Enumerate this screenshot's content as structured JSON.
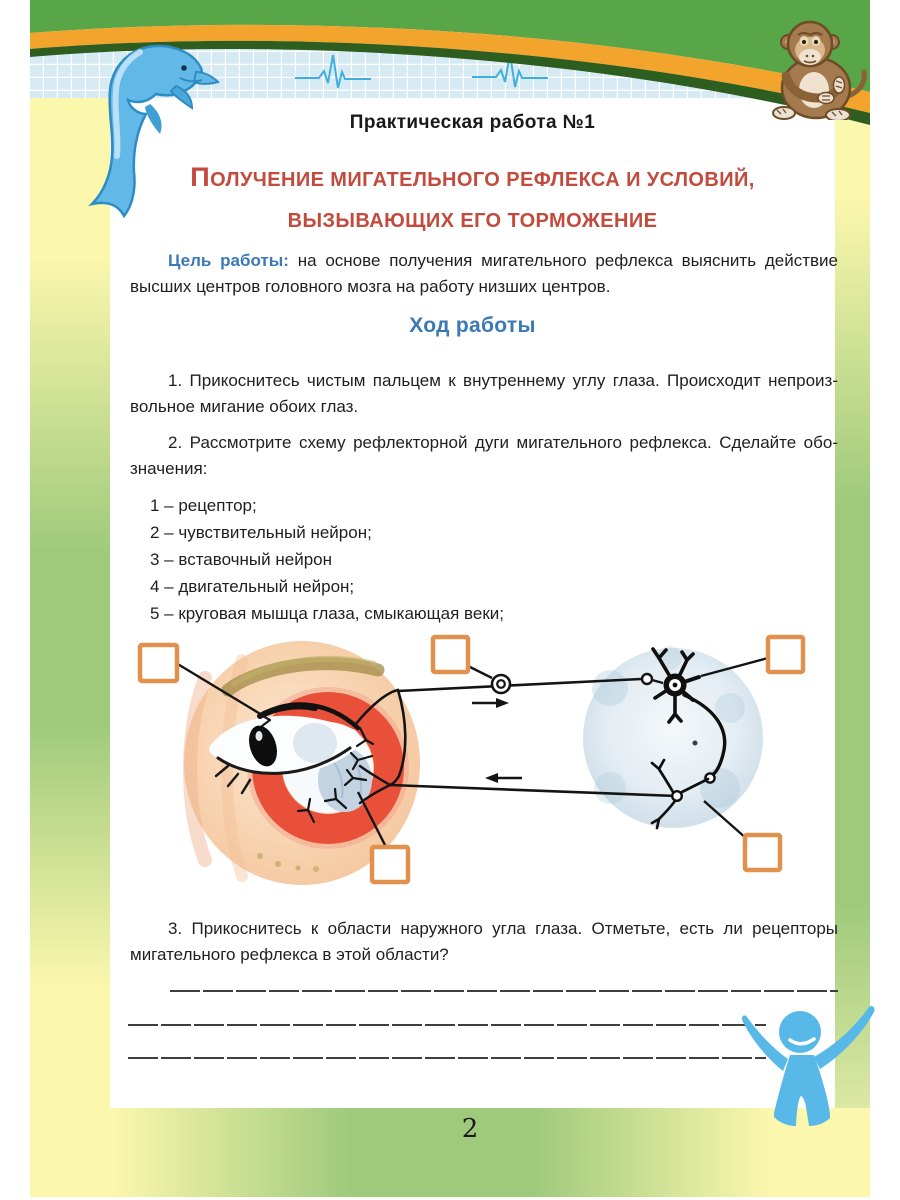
{
  "page": {
    "title": "Практическая работа №1",
    "page_number": "2"
  },
  "heading": {
    "line1": "ПОЛУЧЕНИЕ МИГАТЕЛЬНОГО РЕФЛЕКСА И УСЛОВИЙ,",
    "line2": "ВЫЗЫВАЮЩИХ ЕГО ТОРМОЖЕНИЕ"
  },
  "goal": {
    "label": "Цель работы:",
    "line1": "на основе получения мигательного рефлекса выяснить действие",
    "line2": "высших центров головного мозга на работу низших центров."
  },
  "procedure": {
    "heading": "Ход работы",
    "step1": {
      "line1": "1. Прикоснитесь чистым пальцем к внутреннему углу глаза. Происходит непроиз-",
      "line2": "вольное мигание обоих глаз."
    },
    "step2": {
      "line1": "2. Рассмотрите схему рефлекторной дуги мигательного рефлекса. Сделайте обо-",
      "line2": "значения:"
    },
    "step3": {
      "line1": "3. Прикоснитесь к области наружного угла глаза. Отметьте, есть ли рецепторы",
      "line2": "мигательного рефлекса в этой области?"
    }
  },
  "legend": {
    "items": [
      "1 – рецептор;",
      "2 – чувствительный нейрон;",
      "3 – вставочный нейрон",
      "4 – двигательный нейрон;",
      "5 – круговая мышца глаза, смыкающая веки;"
    ]
  },
  "colors": {
    "header_green": "#58a647",
    "wave_orange": "#f3a42c",
    "wave_dark_green": "#2e5d20",
    "grid_band_blue": "#d6eaf4",
    "ecg_blue": "#41aedd",
    "side_yellow": "#fbf7ad",
    "side_green": "#9fca7c",
    "heading_red": "#c24b3d",
    "heading_blue": "#3b79b6",
    "body_text": "#1f1f1f",
    "answer_box_orange": "#e0914e",
    "eye_muscle_red": "#e8503a",
    "brain_blue": "#c9dce9",
    "figure_blue": "#58b9e9"
  }
}
